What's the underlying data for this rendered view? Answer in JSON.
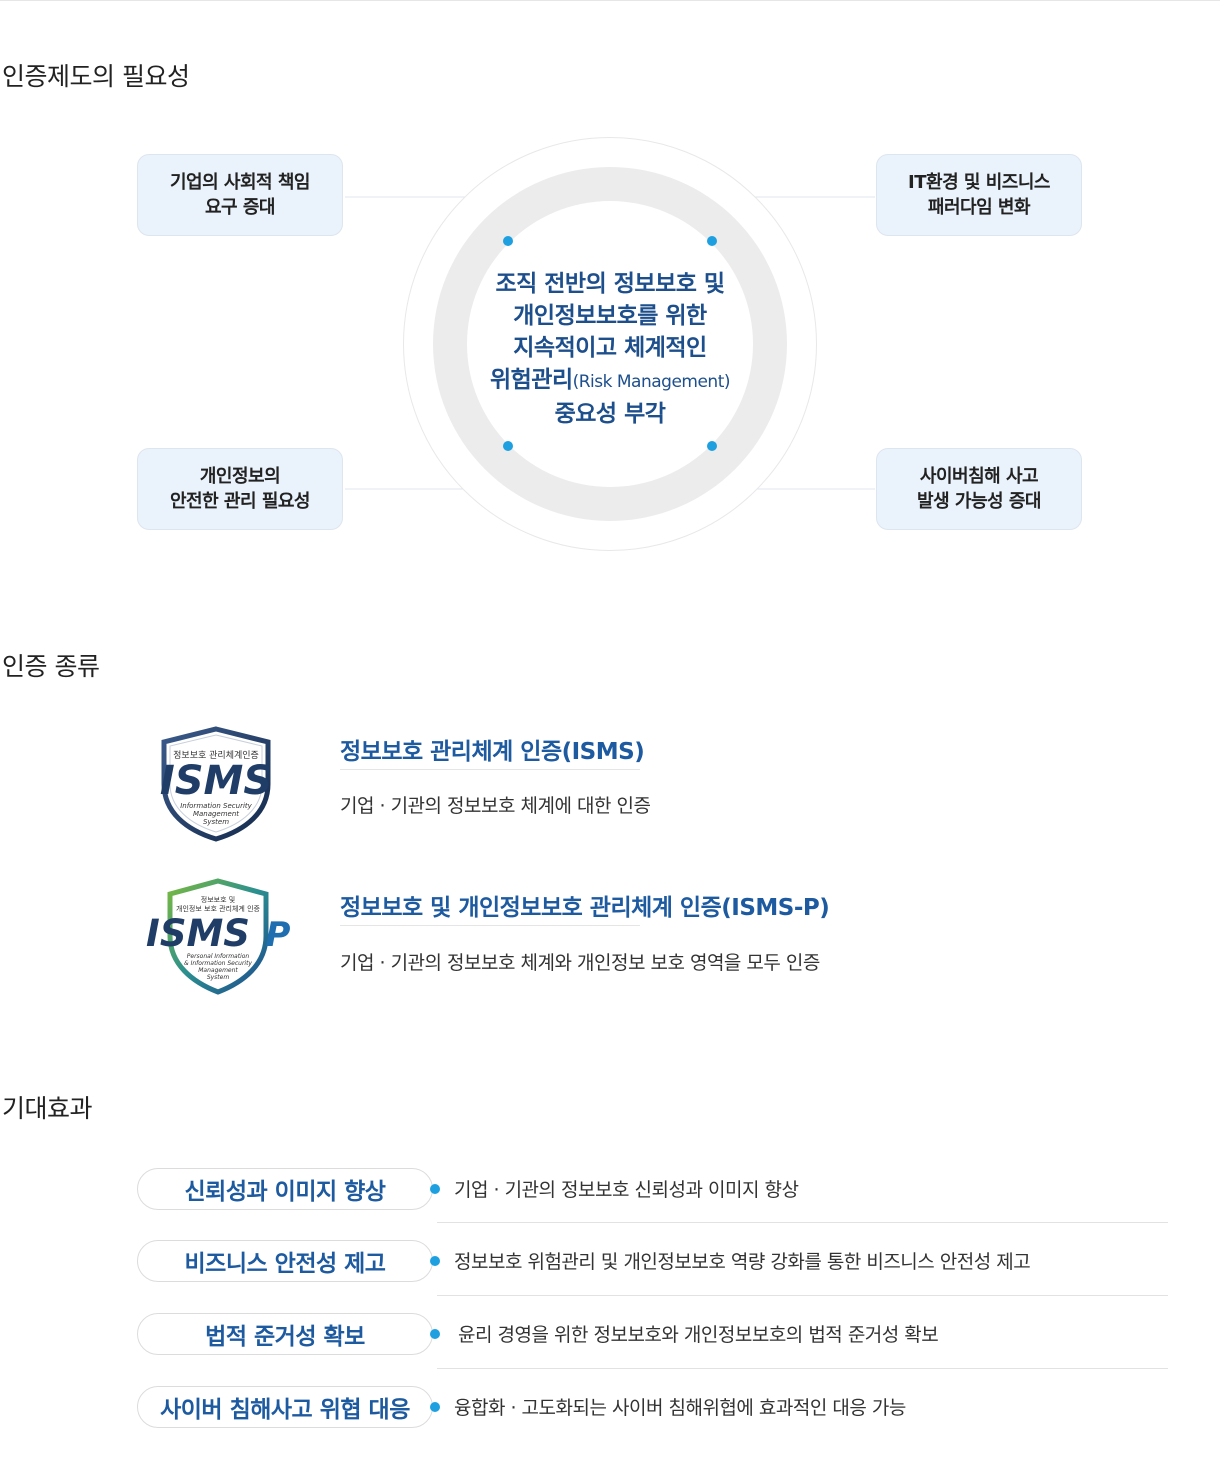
{
  "sections": {
    "necessity_title": "인증제도의 필요성",
    "types_title": "인증 종류",
    "effects_title": "기대효과"
  },
  "diagram": {
    "top_left": {
      "line1": "기업의 사회적 책임",
      "line2": "요구 증대"
    },
    "top_right": {
      "line1": "IT환경 및 비즈니스",
      "line2": "패러다임 변화"
    },
    "bottom_left": {
      "line1": "개인정보의",
      "line2": "안전한 관리 필요성"
    },
    "bottom_right": {
      "line1": "사이버침해 사고",
      "line2": "발생 가능성 증대"
    },
    "center": {
      "line1": "조직 전반의 정보보호 및",
      "line2": "개인정보보호를 위한",
      "line3": "지속적이고 체계적인",
      "line4_main": "위험관리",
      "line4_sub": "(Risk Management)",
      "line5": "중요성 부각"
    },
    "accent_color": "#1ea0e0",
    "center_text_color": "#1d4f8c"
  },
  "certifications": [
    {
      "title": "정보보호 관리체계 인증(ISMS)",
      "description": "기업 · 기관의 정보보호 체계에 대한 인증",
      "logo": {
        "top_text": "정보보호 관리체계인증",
        "mark": "ISMS",
        "bottom_line1": "Information Security",
        "bottom_line2": "Management",
        "bottom_line3": "System"
      }
    },
    {
      "title": "정보보호 및 개인정보보호 관리체계 인증(ISMS-P)",
      "description": "기업 · 기관의 정보보호 체계와 개인정보 보호 영역을 모두 인증",
      "logo": {
        "top_text1": "정보보호 및",
        "top_text2": "개인정보 보호 관리체계 인증",
        "mark": "ISMS",
        "mark_suffix": "P",
        "bottom_line1": "Personal Information",
        "bottom_line2": "& Information Security",
        "bottom_line3": "Management",
        "bottom_line4": "System"
      }
    }
  ],
  "effects": [
    {
      "label": "신뢰성과 이미지 향상",
      "description": "기업 · 기관의 정보보호 신뢰성과 이미지 향상"
    },
    {
      "label": "비즈니스 안전성 제고",
      "description": "정보보호 위험관리 및 개인정보보호 역량 강화를 통한 비즈니스 안전성 제고"
    },
    {
      "label": "법적 준거성 확보",
      "description": "윤리 경영을 위한 정보보호와 개인정보보호의 법적 준거성 확보"
    },
    {
      "label": "사이버 침해사고 위협 대응",
      "description": "융합화 · 고도화되는 사이버 침해위협에 효과적인 대응 가능"
    }
  ],
  "colors": {
    "title_blue": "#1d5aa0",
    "box_bg": "#eaf3fb",
    "ring_gray": "#ececec"
  }
}
